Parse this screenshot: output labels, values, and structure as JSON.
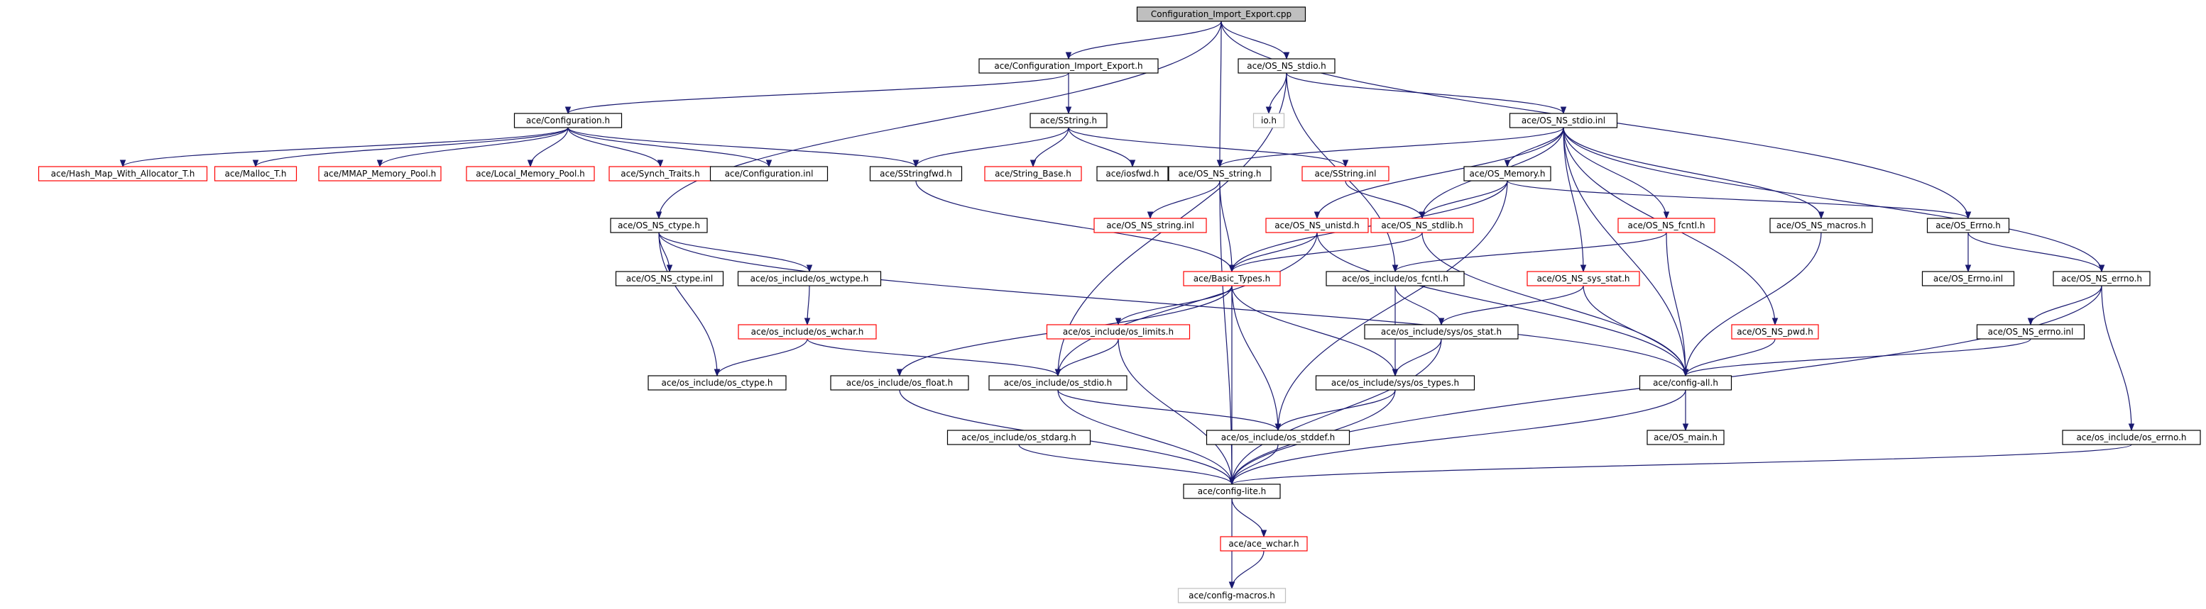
{
  "graph": {
    "nodes": [
      {
        "id": "root",
        "label": "Configuration_Import_Export.cpp",
        "kind": "root"
      },
      {
        "id": "cie_h",
        "label": "ace/Configuration_Import_Export.h",
        "kind": "normal"
      },
      {
        "id": "os_ns_stdio_h",
        "label": "ace/OS_NS_stdio.h",
        "kind": "normal"
      },
      {
        "id": "configuration_h",
        "label": "ace/Configuration.h",
        "kind": "normal"
      },
      {
        "id": "sstring_h",
        "label": "ace/SString.h",
        "kind": "normal"
      },
      {
        "id": "io_h",
        "label": "io.h",
        "kind": "missing"
      },
      {
        "id": "os_ns_stdio_inl",
        "label": "ace/OS_NS_stdio.inl",
        "kind": "normal"
      },
      {
        "id": "hash_map",
        "label": "ace/Hash_Map_With_Allocator_T.h",
        "kind": "truncated"
      },
      {
        "id": "malloc_t",
        "label": "ace/Malloc_T.h",
        "kind": "truncated"
      },
      {
        "id": "mmap_pool",
        "label": "ace/MMAP_Memory_Pool.h",
        "kind": "truncated"
      },
      {
        "id": "local_pool",
        "label": "ace/Local_Memory_Pool.h",
        "kind": "truncated"
      },
      {
        "id": "synch_traits",
        "label": "ace/Synch_Traits.h",
        "kind": "truncated"
      },
      {
        "id": "configuration_inl",
        "label": "ace/Configuration.inl",
        "kind": "normal"
      },
      {
        "id": "sstringfwd_h",
        "label": "ace/SStringfwd.h",
        "kind": "normal"
      },
      {
        "id": "string_base",
        "label": "ace/String_Base.h",
        "kind": "truncated"
      },
      {
        "id": "iosfwd_h",
        "label": "ace/iosfwd.h",
        "kind": "normal"
      },
      {
        "id": "sstring_inl",
        "label": "ace/SString.inl",
        "kind": "truncated"
      },
      {
        "id": "os_ns_string_h",
        "label": "ace/OS_NS_string.h",
        "kind": "normal"
      },
      {
        "id": "os_memory_h",
        "label": "ace/OS_Memory.h",
        "kind": "normal"
      },
      {
        "id": "os_ns_string_inl",
        "label": "ace/OS_NS_string.inl",
        "kind": "truncated"
      },
      {
        "id": "os_ns_unistd_h",
        "label": "ace/OS_NS_unistd.h",
        "kind": "truncated"
      },
      {
        "id": "os_ns_stdlib_h",
        "label": "ace/OS_NS_stdlib.h",
        "kind": "truncated"
      },
      {
        "id": "os_ns_fcntl_h",
        "label": "ace/OS_NS_fcntl.h",
        "kind": "truncated"
      },
      {
        "id": "os_ns_macros_h",
        "label": "ace/OS_NS_macros.h",
        "kind": "normal"
      },
      {
        "id": "os_errno_h",
        "label": "ace/OS_Errno.h",
        "kind": "normal"
      },
      {
        "id": "os_ns_ctype_h",
        "label": "ace/OS_NS_ctype.h",
        "kind": "normal"
      },
      {
        "id": "basic_types_h",
        "label": "ace/Basic_Types.h",
        "kind": "truncated"
      },
      {
        "id": "os_include_os_fcntl_h",
        "label": "ace/os_include/os_fcntl.h",
        "kind": "normal"
      },
      {
        "id": "os_ns_sys_stat_h",
        "label": "ace/OS_NS_sys_stat.h",
        "kind": "truncated"
      },
      {
        "id": "os_errno_inl",
        "label": "ace/OS_Errno.inl",
        "kind": "normal"
      },
      {
        "id": "os_ns_errno_h",
        "label": "ace/OS_NS_errno.h",
        "kind": "normal"
      },
      {
        "id": "os_ns_ctype_inl",
        "label": "ace/OS_NS_ctype.inl",
        "kind": "normal"
      },
      {
        "id": "os_wctype_h",
        "label": "ace/os_include/os_wctype.h",
        "kind": "normal"
      },
      {
        "id": "os_limits_h",
        "label": "ace/os_include/os_limits.h",
        "kind": "truncated"
      },
      {
        "id": "sys_os_stat_h",
        "label": "ace/os_include/sys/os_stat.h",
        "kind": "normal"
      },
      {
        "id": "os_ns_pwd_h",
        "label": "ace/OS_NS_pwd.h",
        "kind": "truncated"
      },
      {
        "id": "os_ns_errno_inl",
        "label": "ace/OS_NS_errno.inl",
        "kind": "normal"
      },
      {
        "id": "os_wchar_h",
        "label": "ace/os_include/os_wchar.h",
        "kind": "truncated"
      },
      {
        "id": "os_ctype_h",
        "label": "ace/os_include/os_ctype.h",
        "kind": "normal"
      },
      {
        "id": "os_float_h",
        "label": "ace/os_include/os_float.h",
        "kind": "normal"
      },
      {
        "id": "os_stdio_h",
        "label": "ace/os_include/os_stdio.h",
        "kind": "normal"
      },
      {
        "id": "sys_os_types_h",
        "label": "ace/os_include/sys/os_types.h",
        "kind": "normal"
      },
      {
        "id": "config_all_h",
        "label": "ace/config-all.h",
        "kind": "normal"
      },
      {
        "id": "os_stdarg_h",
        "label": "ace/os_include/os_stdarg.h",
        "kind": "normal"
      },
      {
        "id": "os_stddef_h",
        "label": "ace/os_include/os_stddef.h",
        "kind": "normal"
      },
      {
        "id": "os_main_h",
        "label": "ace/OS_main.h",
        "kind": "normal"
      },
      {
        "id": "os_errno_inc_h",
        "label": "ace/os_include/os_errno.h",
        "kind": "normal"
      },
      {
        "id": "config_lite_h",
        "label": "ace/config-lite.h",
        "kind": "normal"
      },
      {
        "id": "ace_wchar_h",
        "label": "ace/ace_wchar.h",
        "kind": "truncated"
      },
      {
        "id": "config_macros_h",
        "label": "ace/config-macros.h",
        "kind": "missing"
      }
    ],
    "edges": [
      [
        "root",
        "cie_h"
      ],
      [
        "root",
        "os_ns_stdio_h"
      ],
      [
        "root",
        "os_ns_string_h"
      ],
      [
        "root",
        "os_errno_h"
      ],
      [
        "root",
        "os_ns_ctype_h"
      ],
      [
        "cie_h",
        "configuration_h"
      ],
      [
        "cie_h",
        "sstring_h"
      ],
      [
        "os_ns_stdio_h",
        "io_h"
      ],
      [
        "os_ns_stdio_h",
        "os_ns_stdio_inl"
      ],
      [
        "os_ns_stdio_h",
        "os_stdio_h"
      ],
      [
        "os_ns_stdio_h",
        "os_include_os_fcntl_h"
      ],
      [
        "configuration_h",
        "hash_map"
      ],
      [
        "configuration_h",
        "malloc_t"
      ],
      [
        "configuration_h",
        "mmap_pool"
      ],
      [
        "configuration_h",
        "local_pool"
      ],
      [
        "configuration_h",
        "synch_traits"
      ],
      [
        "configuration_h",
        "configuration_inl"
      ],
      [
        "configuration_h",
        "sstringfwd_h"
      ],
      [
        "sstring_h",
        "sstringfwd_h"
      ],
      [
        "sstring_h",
        "string_base"
      ],
      [
        "sstring_h",
        "iosfwd_h"
      ],
      [
        "sstring_h",
        "sstring_inl"
      ],
      [
        "os_ns_stdio_inl",
        "os_ns_string_h"
      ],
      [
        "os_ns_stdio_inl",
        "os_memory_h"
      ],
      [
        "os_ns_stdio_inl",
        "os_ns_unistd_h"
      ],
      [
        "os_ns_stdio_inl",
        "os_ns_stdlib_h"
      ],
      [
        "os_ns_stdio_inl",
        "os_ns_fcntl_h"
      ],
      [
        "os_ns_stdio_inl",
        "os_ns_macros_h"
      ],
      [
        "os_ns_stdio_inl",
        "os_ns_errno_h"
      ],
      [
        "os_ns_stdio_inl",
        "os_ns_sys_stat_h"
      ],
      [
        "os_ns_stdio_inl",
        "os_ns_pwd_h"
      ],
      [
        "os_ns_stdio_inl",
        "config_all_h"
      ],
      [
        "sstringfwd_h",
        "basic_types_h"
      ],
      [
        "sstring_inl",
        "os_ns_stdlib_h"
      ],
      [
        "os_ns_string_h",
        "os_ns_string_inl"
      ],
      [
        "os_ns_string_h",
        "basic_types_h"
      ],
      [
        "os_ns_string_h",
        "config_lite_h"
      ],
      [
        "os_memory_h",
        "os_errno_h"
      ],
      [
        "os_memory_h",
        "os_ns_stdlib_h"
      ],
      [
        "os_memory_h",
        "basic_types_h"
      ],
      [
        "os_memory_h",
        "os_stddef_h"
      ],
      [
        "os_ns_unistd_h",
        "basic_types_h"
      ],
      [
        "os_ns_unistd_h",
        "os_stdio_h"
      ],
      [
        "os_ns_unistd_h",
        "config_all_h"
      ],
      [
        "os_ns_stdlib_h",
        "basic_types_h"
      ],
      [
        "os_ns_stdlib_h",
        "config_all_h"
      ],
      [
        "os_ns_fcntl_h",
        "os_include_os_fcntl_h"
      ],
      [
        "os_ns_fcntl_h",
        "config_all_h"
      ],
      [
        "os_ns_macros_h",
        "config_all_h"
      ],
      [
        "os_errno_h",
        "os_errno_inl"
      ],
      [
        "os_errno_h",
        "os_ns_errno_h"
      ],
      [
        "os_ns_ctype_h",
        "os_ns_ctype_inl"
      ],
      [
        "os_ns_ctype_h",
        "os_wctype_h"
      ],
      [
        "os_ns_ctype_h",
        "os_ctype_h"
      ],
      [
        "os_ns_ctype_h",
        "config_all_h"
      ],
      [
        "basic_types_h",
        "os_limits_h"
      ],
      [
        "basic_types_h",
        "os_float_h"
      ],
      [
        "basic_types_h",
        "sys_os_types_h"
      ],
      [
        "basic_types_h",
        "os_stddef_h"
      ],
      [
        "basic_types_h",
        "config_lite_h"
      ],
      [
        "os_include_os_fcntl_h",
        "sys_os_stat_h"
      ],
      [
        "os_include_os_fcntl_h",
        "sys_os_types_h"
      ],
      [
        "os_ns_sys_stat_h",
        "sys_os_stat_h"
      ],
      [
        "os_ns_sys_stat_h",
        "config_all_h"
      ],
      [
        "os_ns_errno_h",
        "os_ns_errno_inl"
      ],
      [
        "os_ns_errno_h",
        "os_errno_inc_h"
      ],
      [
        "os_ns_errno_h",
        "config_lite_h"
      ],
      [
        "os_wctype_h",
        "os_wchar_h"
      ],
      [
        "os_limits_h",
        "os_stdio_h"
      ],
      [
        "os_limits_h",
        "config_lite_h"
      ],
      [
        "sys_os_stat_h",
        "sys_os_types_h"
      ],
      [
        "sys_os_stat_h",
        "config_lite_h"
      ],
      [
        "os_ns_pwd_h",
        "config_all_h"
      ],
      [
        "os_ns_errno_inl",
        "config_all_h"
      ],
      [
        "os_wchar_h",
        "os_ctype_h"
      ],
      [
        "os_wchar_h",
        "os_stdio_h"
      ],
      [
        "os_float_h",
        "config_lite_h"
      ],
      [
        "os_stdio_h",
        "os_starg_placeholder"
      ],
      [
        "os_stdio_h",
        "os_stddef_h"
      ],
      [
        "os_stdio_h",
        "config_lite_h"
      ],
      [
        "sys_os_types_h",
        "os_stddef_h"
      ],
      [
        "sys_os_types_h",
        "config_lite_h"
      ],
      [
        "config_all_h",
        "os_main_h"
      ],
      [
        "config_all_h",
        "config_lite_h"
      ],
      [
        "os_stdarg_h",
        "config_lite_h"
      ],
      [
        "os_stddef_h",
        "config_lite_h"
      ],
      [
        "os_errno_inc_h",
        "config_lite_h"
      ],
      [
        "config_lite_h",
        "ace_wchar_h"
      ],
      [
        "config_lite_h",
        "config_macros_h"
      ],
      [
        "ace_wchar_h",
        "config_macros_h"
      ]
    ]
  },
  "colors": {
    "edge": "#191970",
    "border_normal": "#000000",
    "border_truncated": "#ff0000",
    "border_missing": "#bfbfbf",
    "root_fill": "#bfbfbf",
    "text": "#000000"
  }
}
